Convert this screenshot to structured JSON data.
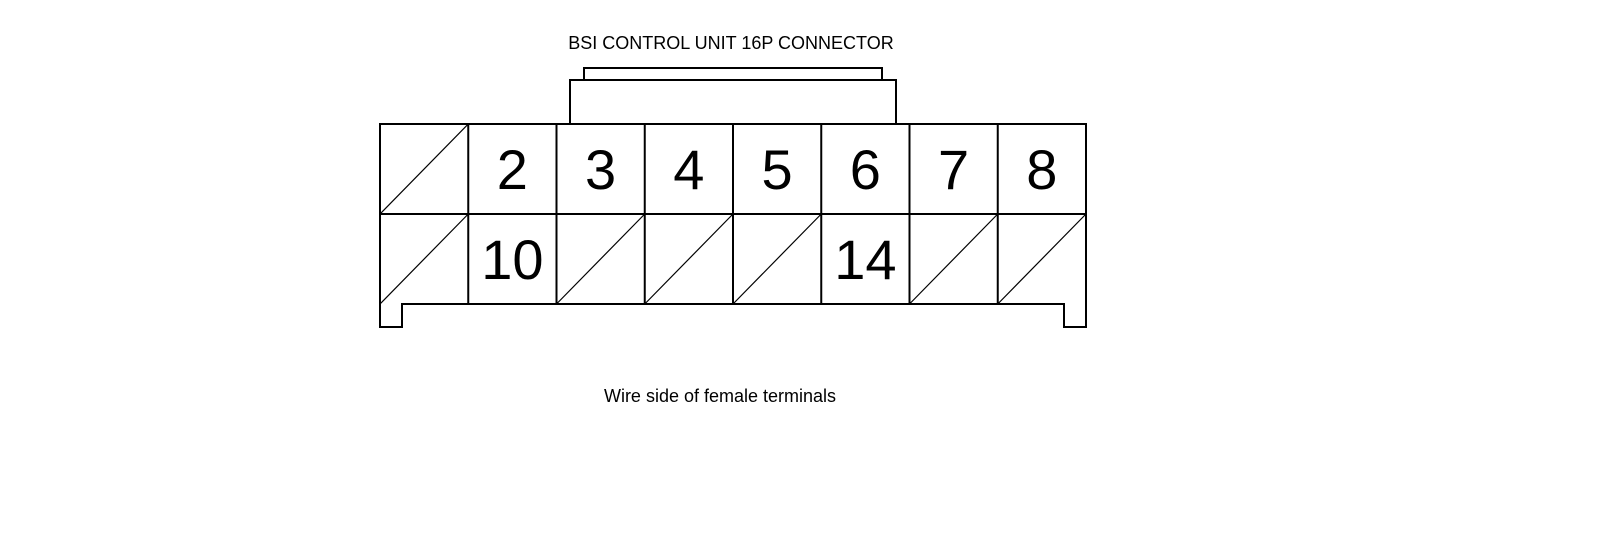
{
  "diagram": {
    "title": "BSI CONTROL UNIT 16P CONNECTOR",
    "caption": "Wire side of female terminals",
    "top_row": [
      "",
      "2",
      "3",
      "4",
      "5",
      "6",
      "7",
      "8"
    ],
    "bottom_row": [
      "",
      "10",
      "",
      "",
      "",
      "14",
      "",
      ""
    ],
    "colors": {
      "stroke": "#000000",
      "text": "#000000",
      "background": "#ffffff"
    }
  }
}
